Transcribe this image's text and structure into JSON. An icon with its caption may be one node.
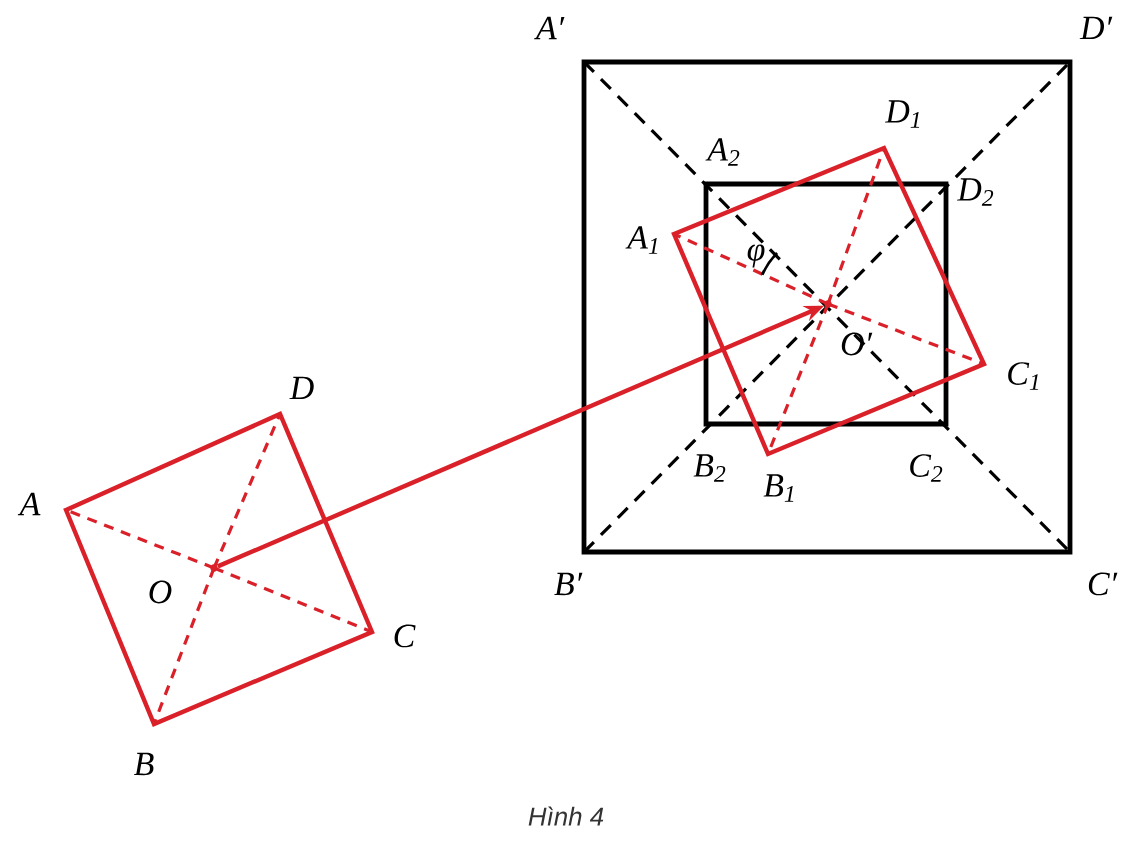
{
  "diagram": {
    "caption": "Hình 4",
    "nodes": [
      {
        "text": [],
        "shape": "dot"
      },
      {
        "text": [],
        "shape": "dot"
      }
    ],
    "edges": [
      {
        "from": 0,
        "to": 1,
        "arrow": "to"
      }
    ],
    "labels": [
      "A′",
      "D′",
      "D$_{1}$",
      "A$_{2}$",
      "D$_{2}$",
      "A$_{1}$",
      "φ",
      "O′",
      "C$_{1}$",
      "B$_{2}$",
      "C$_{2}$",
      "B$_{1}$",
      "D",
      "A",
      "O",
      "B′",
      "C′",
      "C",
      "B"
    ]
  }
}
